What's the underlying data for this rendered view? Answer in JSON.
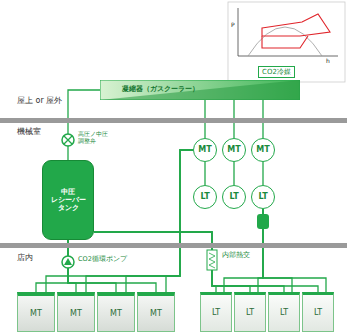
{
  "diagram": {
    "nodes": [
      {
        "text": [
          "CO2冷媒"
        ]
      },
      {
        "text": [
          "凝縮器（ガスクーラー）"
        ]
      },
      {
        "text": [
          "中圧 レシーバー タンク"
        ]
      },
      {
        "text": [
          "MT"
        ]
      },
      {
        "text": [
          "MT"
        ]
      },
      {
        "text": [
          "MT"
        ]
      },
      {
        "text": [
          "LT"
        ]
      },
      {
        "text": [
          "LT"
        ]
      },
      {
        "text": [
          "LT"
        ]
      },
      {
        "text": [
          "MT"
        ]
      },
      {
        "text": [
          "MT"
        ]
      },
      {
        "text": [
          "MT"
        ]
      },
      {
        "text": [
          "MT"
        ]
      },
      {
        "text": [
          "LT"
        ]
      },
      {
        "text": [
          "LT"
        ]
      },
      {
        "text": [
          "LT"
        ]
      },
      {
        "text": [
          "LT"
        ]
      }
    ],
    "edges": [
      {
        "from": 3,
        "to": 1,
        "arrow": "none"
      },
      {
        "from": 4,
        "to": 1,
        "arrow": "none"
      },
      {
        "from": 5,
        "to": 1,
        "arrow": "none"
      },
      {
        "from": 1,
        "to": 2,
        "arrow": "none"
      },
      {
        "from": 6,
        "to": 3,
        "arrow": "none"
      },
      {
        "from": 7,
        "to": 4,
        "arrow": "none"
      },
      {
        "from": 8,
        "to": 5,
        "arrow": "none"
      },
      {
        "from": 2,
        "to": 9,
        "arrow": "none"
      },
      {
        "from": 2,
        "to": 10,
        "arrow": "none"
      },
      {
        "from": 2,
        "to": 11,
        "arrow": "none"
      },
      {
        "from": 2,
        "to": 12,
        "arrow": "none"
      },
      {
        "from": 2,
        "to": 13,
        "arrow": "none"
      },
      {
        "from": 2,
        "to": 14,
        "arrow": "none"
      },
      {
        "from": 2,
        "to": 15,
        "arrow": "none"
      },
      {
        "from": 2,
        "to": 16,
        "arrow": "none"
      },
      {
        "from": 13,
        "to": 8,
        "arrow": "none"
      },
      {
        "from": 14,
        "to": 8,
        "arrow": "none"
      },
      {
        "from": 15,
        "to": 8,
        "arrow": "none"
      },
      {
        "from": 16,
        "to": 8,
        "arrow": "none"
      },
      {
        "from": 9,
        "to": 3,
        "arrow": "none"
      },
      {
        "from": 10,
        "to": 3,
        "arrow": "none"
      },
      {
        "from": 11,
        "to": 3,
        "arrow": "none"
      },
      {
        "from": 12,
        "to": 3,
        "arrow": "none"
      }
    ],
    "labels": [
      "P",
      "h",
      "屋上 or 屋外",
      "機械室",
      "店内",
      "高圧ノ中圧 調整弁",
      "CO2循環ポンプ",
      "内部熱交"
    ]
  }
}
